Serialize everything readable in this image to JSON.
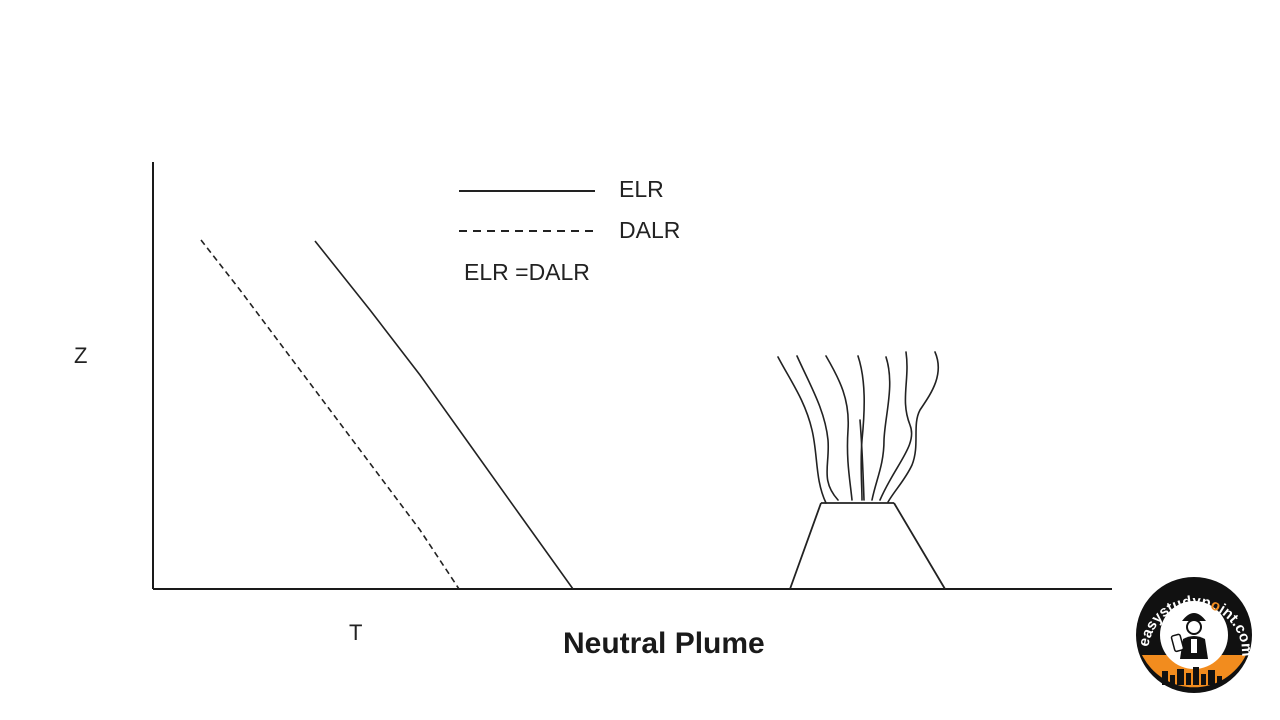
{
  "diagram": {
    "title": "Neutral Plume",
    "y_axis_label": "Z",
    "x_axis_label": "T",
    "legend": {
      "solid_label": "ELR",
      "dashed_label": "DALR",
      "condition_label": "ELR =DALR"
    }
  },
  "logo": {
    "text_left": "easystudyp",
    "text_accent": "o",
    "text_right": "int.com",
    "colors": {
      "ring": "#111111",
      "accent": "#f28c1e",
      "background": "#ffffff"
    }
  }
}
